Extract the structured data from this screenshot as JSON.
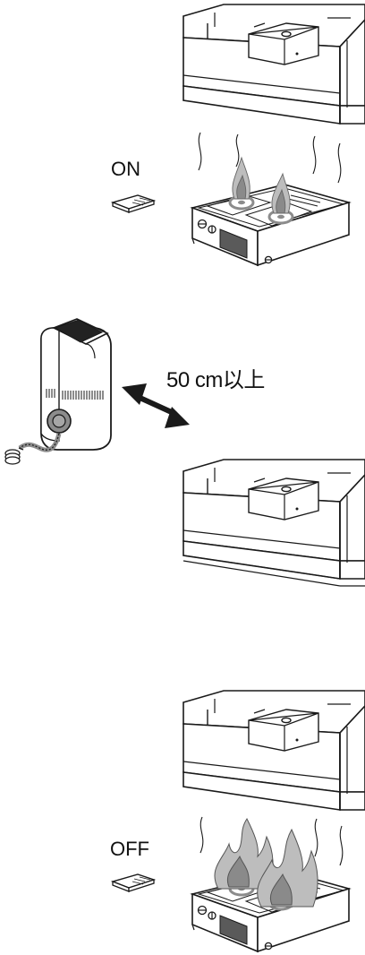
{
  "panels": {
    "top": {
      "remote_label": "ON"
    },
    "middle": {
      "distance_label": "50 cm以上"
    },
    "bottom": {
      "remote_label": "OFF"
    }
  },
  "colors": {
    "line": "#1a1a1a",
    "flame": "#9a9a9a",
    "flame_light": "#cfcfcf",
    "burner_ring": "#8c8c8c",
    "display": "#5a5a5a",
    "device_top": "#222222"
  },
  "icons": [
    "range-hood-icon",
    "gas-stove-icon",
    "flame-icon",
    "remote-control-icon",
    "detector-device-icon",
    "double-arrow-icon"
  ]
}
